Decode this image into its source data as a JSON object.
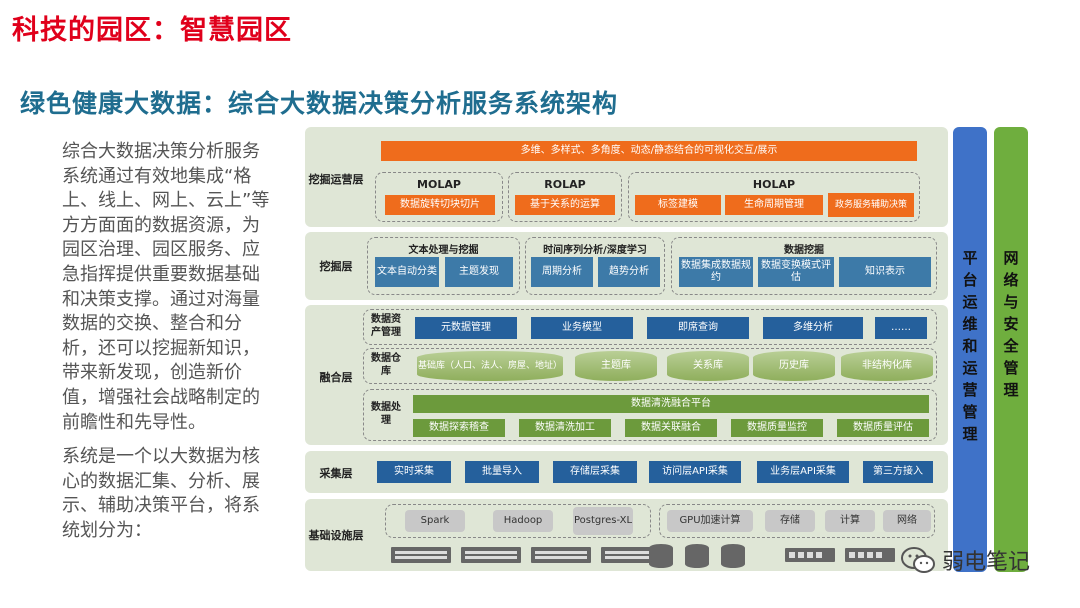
{
  "slide": {
    "title": "科技的园区：智慧园区",
    "subtitle": "绿色健康大数据：综合大数据决策分析服务系统架构",
    "paragraphs": [
      "综合大数据决策分析服务系统通过有效地集成“格上、线上、网上、云上”等方方面面的数据资源，为园区治理、园区服务、应急指挥提供重要数据基础和决策支撑。通过对海量数据的交换、整合和分析，还可以挖掘新知识，带来新发现，创造新价值，增强社会战略制定的前瞻性和先导性。",
      "系统是一个以大数据为核心的数据汇集、分析、展示、辅助决策平台，将系统划分为："
    ]
  },
  "diagram": {
    "layer1": {
      "label": "挖掘运营层",
      "banner": "多维、多样式、多角度、动态/静态结合的可视化交互/展示",
      "groups": [
        {
          "title": "MOLAP",
          "items": [
            "数据旋转切块切片"
          ]
        },
        {
          "title": "ROLAP",
          "items": [
            "基于关系的运算"
          ]
        },
        {
          "title": "HOLAP",
          "items": [
            "标签建模",
            "生命周期管理",
            "政务服务辅助决策"
          ]
        }
      ]
    },
    "layer2": {
      "label": "挖掘层",
      "groups": [
        {
          "title": "文本处理与挖掘",
          "items": [
            "文本自动分类",
            "主题发现"
          ]
        },
        {
          "title": "时间序列分析/深度学习",
          "items": [
            "周期分析",
            "趋势分析"
          ]
        },
        {
          "title": "数据挖掘",
          "items": [
            "数据集成数据规约",
            "数据变换模式评估",
            "知识表示"
          ]
        }
      ]
    },
    "layer3": {
      "label": "融合层",
      "asset": {
        "label": "数据资产管理",
        "items": [
          "元数据管理",
          "业务模型",
          "即席查询",
          "多维分析",
          "……"
        ]
      },
      "warehouse": {
        "label": "数据仓库",
        "items": [
          "基础库（人口、法人、房屋、地址）",
          "主题库",
          "关系库",
          "历史库",
          "非结构化库"
        ]
      },
      "processing": {
        "label": "数据处理",
        "platform": "数据清洗融合平台",
        "items": [
          "数据探索稽查",
          "数据清洗加工",
          "数据关联融合",
          "数据质量监控",
          "数据质量评估"
        ]
      }
    },
    "layer4": {
      "label": "采集层",
      "items": [
        "实时采集",
        "批量导入",
        "存储层采集",
        "访问层API采集",
        "业务层API采集",
        "第三方接入"
      ]
    },
    "layer5": {
      "label": "基础设施层",
      "group1": [
        "Spark",
        "Hadoop",
        "Postgres-XL"
      ],
      "group2": [
        "GPU加速计算",
        "存储",
        "计算",
        "网络"
      ]
    },
    "side_bars": [
      {
        "label": "平台运维和运营管理",
        "color": "#3f72c8"
      },
      {
        "label": "网络与安全管理",
        "color": "#6fae3e"
      }
    ]
  },
  "watermark": {
    "text": "弱电笔记"
  }
}
